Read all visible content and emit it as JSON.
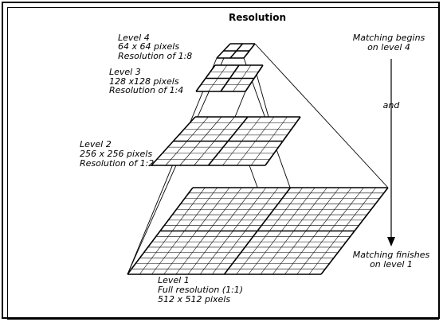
{
  "title": "Resolution",
  "levels": [
    {
      "name": "Level 4",
      "pixels": "64 x 64 pixels",
      "resolution": "Resolution of 1:8"
    },
    {
      "name": "Level 3",
      "pixels": "128 x128 pixels",
      "resolution": "Resolution of 1:4"
    },
    {
      "name": "Level 2",
      "pixels": "256 x 256 pixels",
      "resolution": "Resolution of 1:2"
    },
    {
      "name": "Level 1",
      "resolution": "Full resolution (1:1)",
      "pixels": "512 x 512 pixels"
    }
  ],
  "matching": {
    "begins_line1": "Matching begins",
    "begins_line2": "on level 4",
    "and": "and",
    "finishes_line1": "Matching finishes",
    "finishes_line2": "on level 1"
  },
  "colors": {
    "ink": "#000000",
    "background": "#ffffff"
  }
}
